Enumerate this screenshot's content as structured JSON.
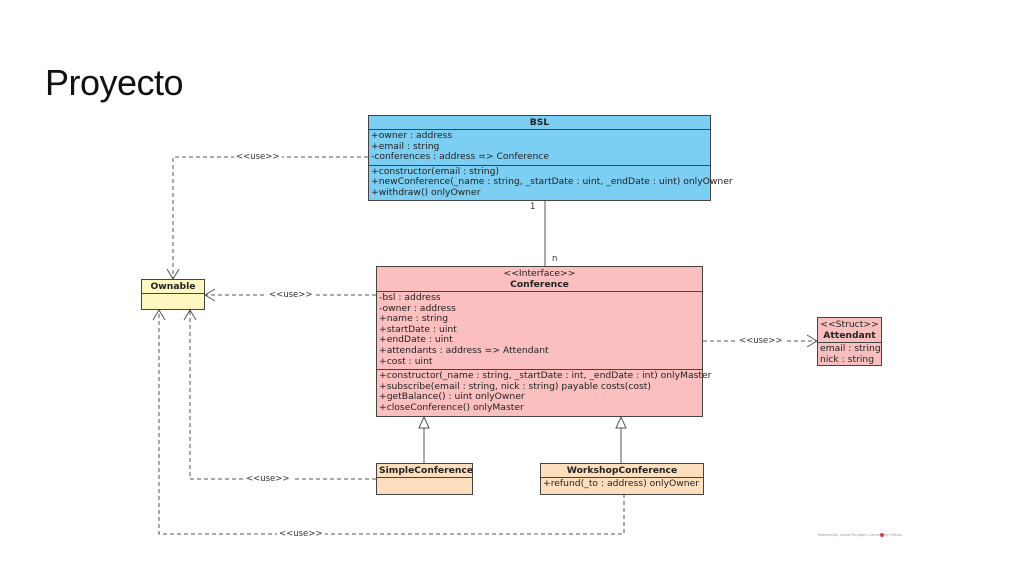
{
  "slide": {
    "title": "Proyecto"
  },
  "colors": {
    "bsl": "#7ccef2",
    "conference": "#fbbfbf",
    "ownable": "#fdf7c0",
    "attendant": "#f8bfbf",
    "subclass": "#fddfbd"
  },
  "classes": {
    "bsl": {
      "name": "BSL",
      "attributes": [
        "+owner : address",
        "+email : string",
        "-conferences : address => Conference"
      ],
      "methods": [
        "+constructor(email : string)",
        "+newConference(_name : string, _startDate : uint, _endDate : uint) onlyOwner",
        "+withdraw() onlyOwner"
      ]
    },
    "conference": {
      "stereotype": "<<Interface>>",
      "name": "Conference",
      "attributes": [
        "-bsl : address",
        "-owner : address",
        "+name : string",
        "+startDate : uint",
        "+endDate : uint",
        "+attendants : address => Attendant",
        "+cost : uint"
      ],
      "methods": [
        "+constructor(_name : string, _startDate : int, _endDate : int) onlyMaster",
        "+subscribe(email : string, nick : string) payable costs(cost)",
        "+getBalance() : uint onlyOwner",
        "+closeConference() onlyMaster"
      ]
    },
    "ownable": {
      "name": "Ownable"
    },
    "attendant": {
      "stereotype": "<<Struct>>",
      "name": "Attendant",
      "attributes": [
        "email : string",
        "nick : string"
      ]
    },
    "simple_conference": {
      "name": "SimpleConference"
    },
    "workshop_conference": {
      "name": "WorkshopConference",
      "methods": [
        "+refund(_to : address) onlyOwner"
      ]
    }
  },
  "relations": {
    "use_label": "<<use>>",
    "bsl_multiplicity": "1",
    "conference_multiplicity": "n"
  },
  "footer": {
    "note": "Powered By Visual Paradigm Community Edition"
  }
}
